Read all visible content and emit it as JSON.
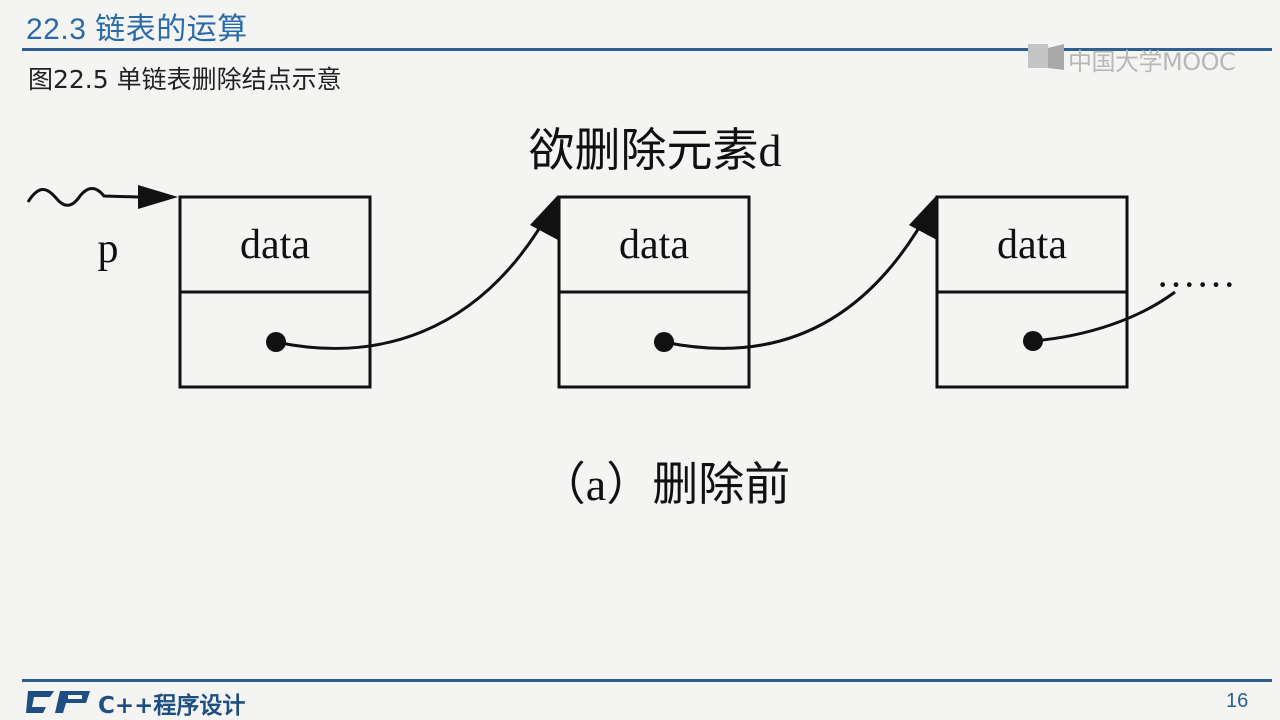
{
  "header": {
    "section_title": "22.3  链表的运算",
    "watermark": "中国大学MOOC"
  },
  "figure": {
    "caption": "图22.5  单链表删除结点示意",
    "heading": "欲删除元素d",
    "pointer_label": "p",
    "nodes": [
      {
        "field": "data"
      },
      {
        "field": "data"
      },
      {
        "field": "data"
      }
    ],
    "continuation": "······",
    "subcaption": "（a）删除前"
  },
  "footer": {
    "course": "C++程序设计",
    "page_number": "16"
  },
  "colors": {
    "accent": "#2a6aa8",
    "rule": "#2d5f8f",
    "background": "#f4f4f2"
  }
}
